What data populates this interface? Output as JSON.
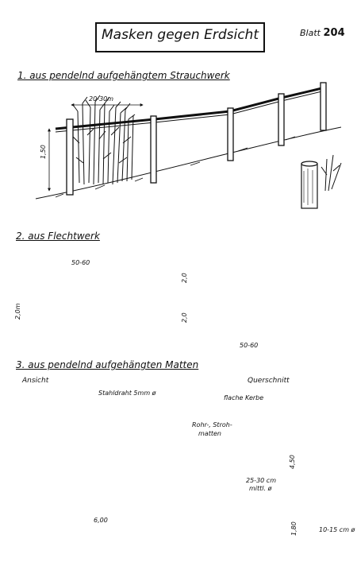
{
  "header": {
    "title": "Masken gegen Erdsicht",
    "sheet_label": "Blatt",
    "sheet_number": "204"
  },
  "sections": {
    "s1": {
      "title": "1. aus pendelnd aufgehängtem Strauchwerk",
      "dim_width": "20-30m",
      "dim_height": "1,50"
    },
    "s2": {
      "title": "2. aus Flechtwerk",
      "dim_left_width": "50-60",
      "dim_left_height": "2,0m",
      "dim_right_top": "2,0",
      "dim_right_mid": "2,0",
      "dim_right_bottom": "50-60"
    },
    "s3": {
      "title": "3. aus pendelnd aufgehängten Matten",
      "view_label": "Ansicht",
      "section_label": "Querschnitt",
      "wire_label": "Stahldraht 5mm ø",
      "mat_label_line1": "Rohr-, Stroh-",
      "mat_label_line2": "matten",
      "span_label": "6,00",
      "notch_label": "flache Kerbe",
      "post_dia_line1": "25-30 cm",
      "post_dia_line2": "mittl. ø",
      "height_label": "4,50",
      "depth_label": "1,80",
      "stake_label": "10-15 cm ø"
    }
  }
}
